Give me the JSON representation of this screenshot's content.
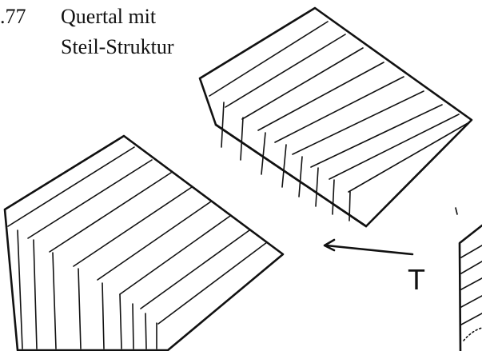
{
  "figure": {
    "number": ".77",
    "title_line1": "Quertal mit",
    "title_line2": "Steil-Struktur",
    "arrow_label": "T"
  },
  "colors": {
    "ink": "#111111",
    "background": "#ffffff"
  }
}
